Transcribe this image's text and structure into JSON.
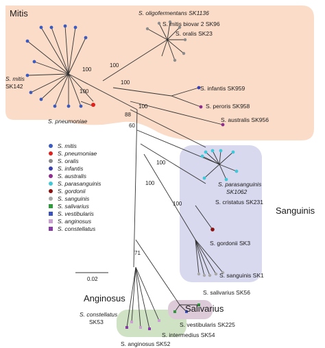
{
  "groups": {
    "mitis": "Mitis",
    "sanguinis": "Sanguinis",
    "anginosus": "Anginosus",
    "salivarius": "Salivarius"
  },
  "colors": {
    "mitis_bg": "#fbdcc8",
    "sanguinis_bg": "#d8d8ee",
    "anginosus_bg": "#cfe2c4",
    "salivarius_bg": "#dccad8"
  },
  "bootstrap": [
    "100",
    "100",
    "100",
    "100",
    "100",
    "88",
    "60",
    "100",
    "100",
    "100",
    "71"
  ],
  "strain_labels": {
    "mitis_sk142_a": "S. mitis",
    "mitis_sk142_b": "SK142",
    "pneumoniae": "S. pneumoniae",
    "oligofermentans": "S. oligofermentans SK1136",
    "mitis_biovar": "S. mitis biovar 2 SK96",
    "oralis": "S. oralis SK23",
    "infantis": "S. infantis SK959",
    "peroris": "S. peroris SK958",
    "australis": "S. australis SK956",
    "parasanguinis_a": "S. parasanguinis",
    "parasanguinis_b": "SK1062",
    "cristatus": "S. cristatus SK231",
    "gordonii": "S. gordonii SK3",
    "sanguinis": "S. sanguinis SK1",
    "salivarius": "S. salivarius SK56",
    "vestibularis": "S. vestibularis SK225",
    "constellatus_a": "S. constellatus",
    "constellatus_b": "SK53",
    "anginosus": "S. anginosus SK52",
    "intermedius": "S. intermedius SK54"
  },
  "legend": [
    {
      "label": "S. mitis",
      "color": "#3b5bbf"
    },
    {
      "label": "S. pneumoniae",
      "color": "#e0201c"
    },
    {
      "label": "S. oralis",
      "color": "#8c8c8c"
    },
    {
      "label": "S. infantis",
      "color": "#3a3fae"
    },
    {
      "label": "S. australis",
      "color": "#8e2d8e"
    },
    {
      "label": "S. parasanguinis",
      "color": "#40c8d8"
    },
    {
      "label": "S. gordonii",
      "color": "#8b1010"
    },
    {
      "label": "S. sanguinis",
      "color": "#a8a8a8"
    },
    {
      "label": "S. salivarius",
      "color": "#2e9a3c"
    },
    {
      "label": "S. vestibularis",
      "color": "#3a52c0"
    },
    {
      "label": "S. anginosus",
      "color": "#c9a0d0"
    },
    {
      "label": "S. constellatus",
      "color": "#8a3aa8"
    }
  ],
  "scale_label": "0.02"
}
